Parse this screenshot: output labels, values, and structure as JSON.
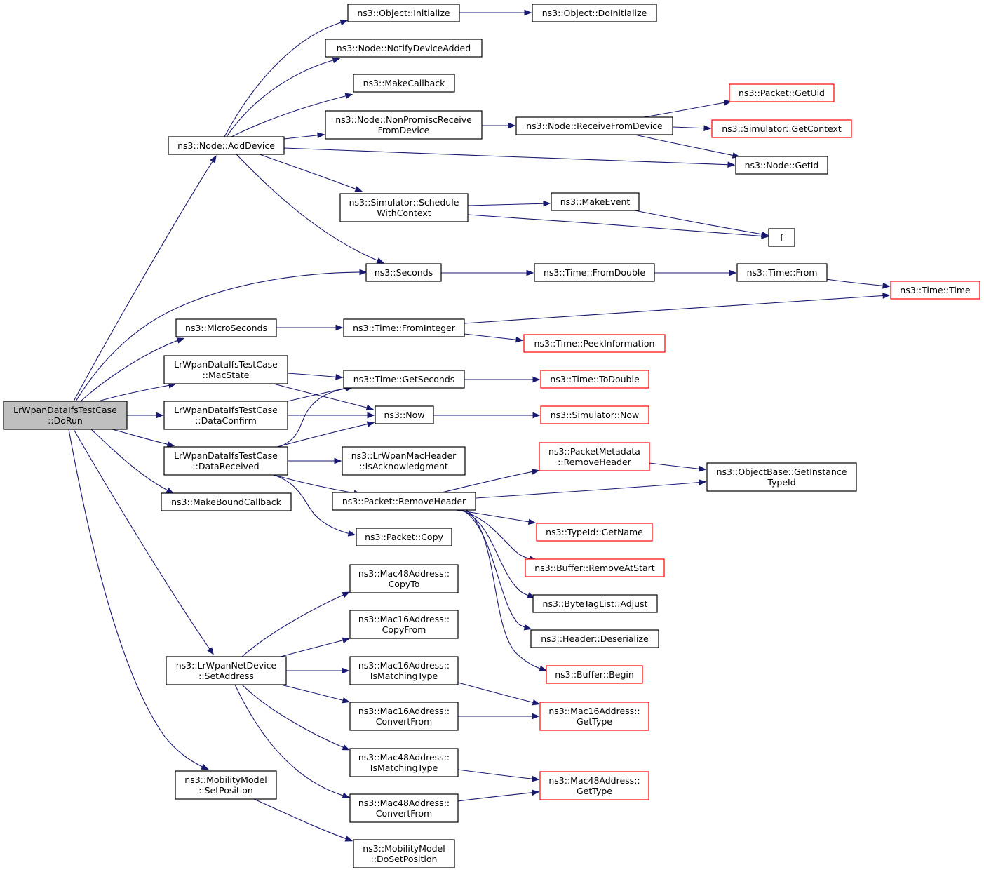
{
  "colors": {
    "edge": "#191970",
    "root_fill": "#bfbfbf",
    "node_fill": "#ffffff",
    "node_border": "#000000",
    "external_border": "#ff0000"
  },
  "root": "n_dorun",
  "nodes": [
    {
      "id": "n_dorun",
      "lines": [
        "LrWpanDataIfsTestCase",
        "::DoRun"
      ],
      "style": "root"
    },
    {
      "id": "n_adddevice",
      "lines": [
        "ns3::Node::AddDevice"
      ],
      "style": "normal"
    },
    {
      "id": "n_seconds",
      "lines": [
        "ns3::Seconds"
      ],
      "style": "normal"
    },
    {
      "id": "n_microseconds",
      "lines": [
        "ns3::MicroSeconds"
      ],
      "style": "normal"
    },
    {
      "id": "n_macstate",
      "lines": [
        "LrWpanDataIfsTestCase",
        "::MacState"
      ],
      "style": "normal"
    },
    {
      "id": "n_dataconfirm",
      "lines": [
        "LrWpanDataIfsTestCase",
        "::DataConfirm"
      ],
      "style": "normal"
    },
    {
      "id": "n_datareceived",
      "lines": [
        "LrWpanDataIfsTestCase",
        "::DataReceived"
      ],
      "style": "normal"
    },
    {
      "id": "n_makeboundcallback",
      "lines": [
        "ns3::MakeBoundCallback"
      ],
      "style": "normal"
    },
    {
      "id": "n_setaddress",
      "lines": [
        "ns3::LrWpanNetDevice",
        "::SetAddress"
      ],
      "style": "normal"
    },
    {
      "id": "n_setposition",
      "lines": [
        "ns3::MobilityModel",
        "::SetPosition"
      ],
      "style": "normal"
    },
    {
      "id": "n_initialize",
      "lines": [
        "ns3::Object::Initialize"
      ],
      "style": "normal"
    },
    {
      "id": "n_doinitialize",
      "lines": [
        "ns3::Object::DoInitialize"
      ],
      "style": "normal"
    },
    {
      "id": "n_notifydeviceadded",
      "lines": [
        "ns3::Node::NotifyDeviceAdded"
      ],
      "style": "normal"
    },
    {
      "id": "n_makecallback",
      "lines": [
        "ns3::MakeCallback"
      ],
      "style": "normal"
    },
    {
      "id": "n_nonpromisc",
      "lines": [
        "ns3::Node::NonPromiscReceive",
        "FromDevice"
      ],
      "style": "normal"
    },
    {
      "id": "n_receivefromdevice",
      "lines": [
        "ns3::Node::ReceiveFromDevice"
      ],
      "style": "normal"
    },
    {
      "id": "n_getuid",
      "lines": [
        "ns3::Packet::GetUid"
      ],
      "style": "external"
    },
    {
      "id": "n_getcontext",
      "lines": [
        "ns3::Simulator::GetContext"
      ],
      "style": "external"
    },
    {
      "id": "n_getid",
      "lines": [
        "ns3::Node::GetId"
      ],
      "style": "normal"
    },
    {
      "id": "n_schedulewithcontext",
      "lines": [
        "ns3::Simulator::Schedule",
        "WithContext"
      ],
      "style": "normal"
    },
    {
      "id": "n_makeevent",
      "lines": [
        "ns3::MakeEvent"
      ],
      "style": "normal"
    },
    {
      "id": "n_f",
      "lines": [
        "f"
      ],
      "style": "normal"
    },
    {
      "id": "n_fromdouble",
      "lines": [
        "ns3::Time::FromDouble"
      ],
      "style": "normal"
    },
    {
      "id": "n_from",
      "lines": [
        "ns3::Time::From"
      ],
      "style": "normal"
    },
    {
      "id": "n_time",
      "lines": [
        "ns3::Time::Time"
      ],
      "style": "external"
    },
    {
      "id": "n_frominteger",
      "lines": [
        "ns3::Time::FromInteger"
      ],
      "style": "normal"
    },
    {
      "id": "n_peekinformation",
      "lines": [
        "ns3::Time::PeekInformation"
      ],
      "style": "external"
    },
    {
      "id": "n_getseconds",
      "lines": [
        "ns3::Time::GetSeconds"
      ],
      "style": "normal"
    },
    {
      "id": "n_todouble",
      "lines": [
        "ns3::Time::ToDouble"
      ],
      "style": "external"
    },
    {
      "id": "n_now",
      "lines": [
        "ns3::Now"
      ],
      "style": "normal"
    },
    {
      "id": "n_simnow",
      "lines": [
        "ns3::Simulator::Now"
      ],
      "style": "external"
    },
    {
      "id": "n_isack",
      "lines": [
        "ns3::LrWpanMacHeader",
        "::IsAcknowledgment"
      ],
      "style": "normal"
    },
    {
      "id": "n_pm_removeheader",
      "lines": [
        "ns3::PacketMetadata",
        "::RemoveHeader"
      ],
      "style": "external"
    },
    {
      "id": "n_getinstancetypeid",
      "lines": [
        "ns3::ObjectBase::GetInstance",
        "TypeId"
      ],
      "style": "normal"
    },
    {
      "id": "n_removeheader",
      "lines": [
        "ns3::Packet::RemoveHeader"
      ],
      "style": "normal"
    },
    {
      "id": "n_packetcopy",
      "lines": [
        "ns3::Packet::Copy"
      ],
      "style": "normal"
    },
    {
      "id": "n_getname",
      "lines": [
        "ns3::TypeId::GetName"
      ],
      "style": "external"
    },
    {
      "id": "n_removeatstart",
      "lines": [
        "ns3::Buffer::RemoveAtStart"
      ],
      "style": "external"
    },
    {
      "id": "n_adjust",
      "lines": [
        "ns3::ByteTagList::Adjust"
      ],
      "style": "normal"
    },
    {
      "id": "n_deserialize",
      "lines": [
        "ns3::Header::Deserialize"
      ],
      "style": "normal"
    },
    {
      "id": "n_begin",
      "lines": [
        "ns3::Buffer::Begin"
      ],
      "style": "external"
    },
    {
      "id": "n_mac48_copyto",
      "lines": [
        "ns3::Mac48Address::",
        "CopyTo"
      ],
      "style": "normal"
    },
    {
      "id": "n_mac16_copyfrom",
      "lines": [
        "ns3::Mac16Address::",
        "CopyFrom"
      ],
      "style": "normal"
    },
    {
      "id": "n_mac16_ismatching",
      "lines": [
        "ns3::Mac16Address::",
        "IsMatchingType"
      ],
      "style": "normal"
    },
    {
      "id": "n_mac16_convertfrom",
      "lines": [
        "ns3::Mac16Address::",
        "ConvertFrom"
      ],
      "style": "normal"
    },
    {
      "id": "n_mac48_ismatching",
      "lines": [
        "ns3::Mac48Address::",
        "IsMatchingType"
      ],
      "style": "normal"
    },
    {
      "id": "n_mac48_convertfrom",
      "lines": [
        "ns3::Mac48Address::",
        "ConvertFrom"
      ],
      "style": "normal"
    },
    {
      "id": "n_mac16_gettype",
      "lines": [
        "ns3::Mac16Address::",
        "GetType"
      ],
      "style": "external"
    },
    {
      "id": "n_mac48_gettype",
      "lines": [
        "ns3::Mac48Address::",
        "GetType"
      ],
      "style": "external"
    },
    {
      "id": "n_dosetposition",
      "lines": [
        "ns3::MobilityModel",
        "::DoSetPosition"
      ],
      "style": "normal"
    }
  ],
  "edges": [
    [
      "n_dorun",
      "n_adddevice"
    ],
    [
      "n_dorun",
      "n_seconds"
    ],
    [
      "n_dorun",
      "n_microseconds"
    ],
    [
      "n_dorun",
      "n_macstate"
    ],
    [
      "n_dorun",
      "n_dataconfirm"
    ],
    [
      "n_dorun",
      "n_datareceived"
    ],
    [
      "n_dorun",
      "n_makeboundcallback"
    ],
    [
      "n_dorun",
      "n_setaddress"
    ],
    [
      "n_dorun",
      "n_setposition"
    ],
    [
      "n_adddevice",
      "n_initialize"
    ],
    [
      "n_adddevice",
      "n_notifydeviceadded"
    ],
    [
      "n_adddevice",
      "n_makecallback"
    ],
    [
      "n_adddevice",
      "n_nonpromisc"
    ],
    [
      "n_adddevice",
      "n_getid"
    ],
    [
      "n_adddevice",
      "n_schedulewithcontext"
    ],
    [
      "n_adddevice",
      "n_seconds"
    ],
    [
      "n_initialize",
      "n_doinitialize"
    ],
    [
      "n_nonpromisc",
      "n_receivefromdevice"
    ],
    [
      "n_receivefromdevice",
      "n_getuid"
    ],
    [
      "n_receivefromdevice",
      "n_getcontext"
    ],
    [
      "n_receivefromdevice",
      "n_getid"
    ],
    [
      "n_schedulewithcontext",
      "n_makeevent"
    ],
    [
      "n_schedulewithcontext",
      "n_f"
    ],
    [
      "n_makeevent",
      "n_f"
    ],
    [
      "n_seconds",
      "n_fromdouble"
    ],
    [
      "n_fromdouble",
      "n_from"
    ],
    [
      "n_from",
      "n_time"
    ],
    [
      "n_microseconds",
      "n_frominteger"
    ],
    [
      "n_frominteger",
      "n_time"
    ],
    [
      "n_frominteger",
      "n_peekinformation"
    ],
    [
      "n_macstate",
      "n_getseconds"
    ],
    [
      "n_macstate",
      "n_now"
    ],
    [
      "n_dataconfirm",
      "n_getseconds"
    ],
    [
      "n_dataconfirm",
      "n_now"
    ],
    [
      "n_datareceived",
      "n_getseconds"
    ],
    [
      "n_datareceived",
      "n_now"
    ],
    [
      "n_datareceived",
      "n_isack"
    ],
    [
      "n_datareceived",
      "n_removeheader"
    ],
    [
      "n_datareceived",
      "n_packetcopy"
    ],
    [
      "n_getseconds",
      "n_todouble"
    ],
    [
      "n_now",
      "n_simnow"
    ],
    [
      "n_removeheader",
      "n_pm_removeheader"
    ],
    [
      "n_removeheader",
      "n_getinstancetypeid"
    ],
    [
      "n_removeheader",
      "n_getname"
    ],
    [
      "n_removeheader",
      "n_removeatstart"
    ],
    [
      "n_removeheader",
      "n_adjust"
    ],
    [
      "n_removeheader",
      "n_deserialize"
    ],
    [
      "n_removeheader",
      "n_begin"
    ],
    [
      "n_pm_removeheader",
      "n_getinstancetypeid"
    ],
    [
      "n_setaddress",
      "n_mac48_copyto"
    ],
    [
      "n_setaddress",
      "n_mac16_copyfrom"
    ],
    [
      "n_setaddress",
      "n_mac16_ismatching"
    ],
    [
      "n_setaddress",
      "n_mac16_convertfrom"
    ],
    [
      "n_setaddress",
      "n_mac48_ismatching"
    ],
    [
      "n_setaddress",
      "n_mac48_convertfrom"
    ],
    [
      "n_mac16_ismatching",
      "n_mac16_gettype"
    ],
    [
      "n_mac16_convertfrom",
      "n_mac16_gettype"
    ],
    [
      "n_mac48_ismatching",
      "n_mac48_gettype"
    ],
    [
      "n_mac48_convertfrom",
      "n_mac48_gettype"
    ],
    [
      "n_setposition",
      "n_dosetposition"
    ]
  ]
}
